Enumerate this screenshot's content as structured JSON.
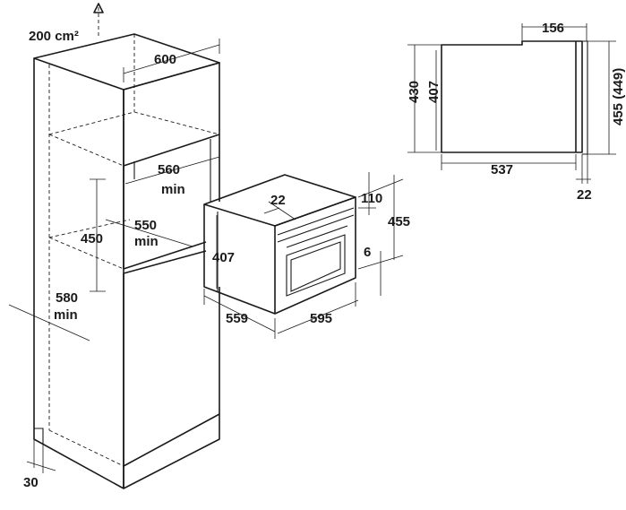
{
  "cabinet": {
    "vent_area": "200 cm²",
    "width": "600",
    "niche_width": "560",
    "niche_width_note": "min",
    "niche_depth": "550",
    "niche_depth_note": "min",
    "niche_height": "450",
    "cabinet_depth": "580",
    "cabinet_depth_note": "min",
    "plinth": "30"
  },
  "oven": {
    "front_offset": "22",
    "top_gap": "110",
    "total_height": "455",
    "body_height": "407",
    "bottom_gap": "6",
    "depth": "559",
    "width": "595"
  },
  "side_view": {
    "top_depth": "156",
    "outer_height": "430",
    "inner_height": "407",
    "front_height": "455 (449)",
    "body_depth": "537",
    "front_thickness": "22"
  }
}
